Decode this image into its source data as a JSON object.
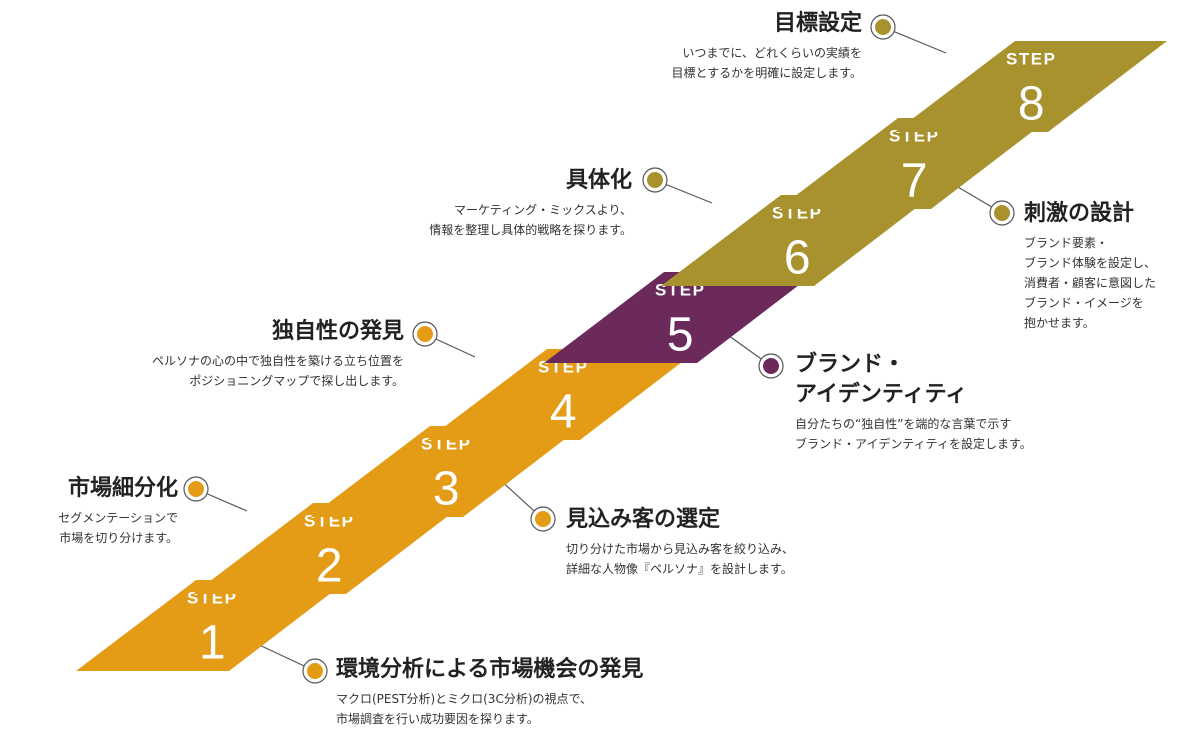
{
  "colors": {
    "orange": "#E49C17",
    "olive": "#A8922E",
    "purple": "#6C2A5A",
    "riser": "#ffffff",
    "connector": "#555555"
  },
  "steps": [
    {
      "label": "STEP",
      "number": "1",
      "color": "orange",
      "title": "環境分析による市場機会の発見",
      "desc": [
        "マクロ(PEST分析)とミクロ(3C分析)の視点で、",
        "市場調査を行い成功要因を探ります。"
      ]
    },
    {
      "label": "STEP",
      "number": "2",
      "color": "orange",
      "title": "市場細分化",
      "desc": [
        "セグメンテーションで",
        "市場を切り分けます。"
      ]
    },
    {
      "label": "STEP",
      "number": "3",
      "color": "orange",
      "title": "見込み客の選定",
      "desc": [
        "切り分けた市場から見込み客を絞り込み、",
        "詳細な人物像『ペルソナ』を設計します。"
      ]
    },
    {
      "label": "STEP",
      "number": "4",
      "color": "orange",
      "title": "独自性の発見",
      "desc": [
        "ペルソナの心の中で独自性を築ける立ち位置を",
        "ポジショニングマップで探し出します。"
      ]
    },
    {
      "label": "STEP",
      "number": "5",
      "color": "purple",
      "title": [
        "ブランド・",
        "アイデンティティ"
      ],
      "desc": [
        "自分たちの“独自性”を端的な言葉で示す",
        "ブランド・アイデンティティを設定します。"
      ]
    },
    {
      "label": "STEP",
      "number": "6",
      "color": "olive",
      "title": "具体化",
      "desc": [
        "マーケティング・ミックスより、",
        "情報を整理し具体的戦略を探ります。"
      ]
    },
    {
      "label": "STEP",
      "number": "7",
      "color": "olive",
      "title": "刺激の設計",
      "desc": [
        "ブランド要素・",
        "ブランド体験を設定し、",
        "消費者・顧客に意図した",
        "ブランド・イメージを",
        "抱かせます。"
      ]
    },
    {
      "label": "STEP",
      "number": "8",
      "color": "olive",
      "title": "目標設定",
      "desc": [
        "いつまでに、どれくらいの実績を",
        "目標とするかを明確に設定します。"
      ]
    }
  ]
}
